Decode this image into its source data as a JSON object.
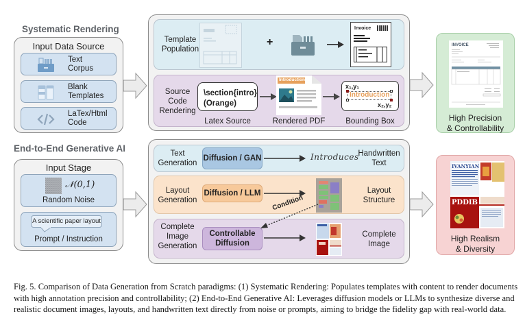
{
  "systematic": {
    "title": "Systematic Rendering",
    "input_title": "Input Data Source",
    "inputs": [
      {
        "icon": "text-corpus-icon",
        "line1": "Text",
        "line2": "Corpus"
      },
      {
        "icon": "blank-templates-icon",
        "line1": "Blank",
        "line2": "Templates"
      },
      {
        "icon": "code-icon",
        "line1": "LaTex/Html",
        "line2": "Code"
      }
    ],
    "template_population": {
      "label_line1": "Template",
      "label_line2": "Population",
      "plus": "+",
      "invoice_title": "Invoice"
    },
    "source_code": {
      "label_line1": "Source",
      "label_line2": "Code",
      "label_line3": "Rendering",
      "code_line1": "\\section{intro}",
      "code_line2": "(Orange)",
      "latex_label": "Latex Source",
      "pdf_heading": "Introduction",
      "pdf_label": "Rendered PDF",
      "bbox_text": "Introduction",
      "bbox_tl": "x₁,y₁",
      "bbox_br": "x₂,y₂",
      "bbox_label": "Bounding Box"
    },
    "result": {
      "line1": "High Precision",
      "line2": "& Controllability",
      "doc_title": "INVOICE"
    }
  },
  "generative": {
    "title": "End-to-End Generative AI",
    "input_title": "Input Stage",
    "noise": {
      "formula": "𝒩(0,1)",
      "label": "Random Noise"
    },
    "prompt": {
      "bubble": "A scientific paper layout",
      "label": "Prompt / Instruction"
    },
    "text_gen": {
      "label_line1": "Text",
      "label_line2": "Generation",
      "model": "Diffusion / GAN",
      "handwriting": "Introduces",
      "out_line1": "Handwritten",
      "out_line2": "Text"
    },
    "layout_gen": {
      "label_line1": "Layout",
      "label_line2": "Generation",
      "model": "Diffusion / LLM",
      "out_line1": "Layout",
      "out_line2": "Structure"
    },
    "condition_label": "Condition",
    "image_gen": {
      "label_line1": "Complete",
      "label_line2": "Image",
      "label_line3": "Generation",
      "model_line1": "Controllable",
      "model_line2": "Diffusion",
      "out_line1": "Complete",
      "out_line2": "Image"
    },
    "result": {
      "line1": "High Realism",
      "line2": "& Diversity",
      "poster_title1": "IVANYIAN",
      "poster_title2": "PDDIB"
    }
  },
  "caption": "Fig. 5.  Comparison of Data Generation from Scratch paradigms: (1) Systematic Rendering: Populates templates with content to render documents with high annotation precision and controllability; (2) End-to-End Generative AI: Leverages diffusion models or LLMs to synthesize diverse and realistic document images, layouts, and handwritten text directly from noise or prompts, aiming to bridge the fidelity gap with real-world data.",
  "colors": {
    "panel_blue": "#dcedf3",
    "panel_purple": "#e5d9ea",
    "panel_orange": "#fbe3cb",
    "result_green": "#d5ecd5",
    "result_red": "#f7d3d3",
    "input_item": "#d3e2f1"
  }
}
